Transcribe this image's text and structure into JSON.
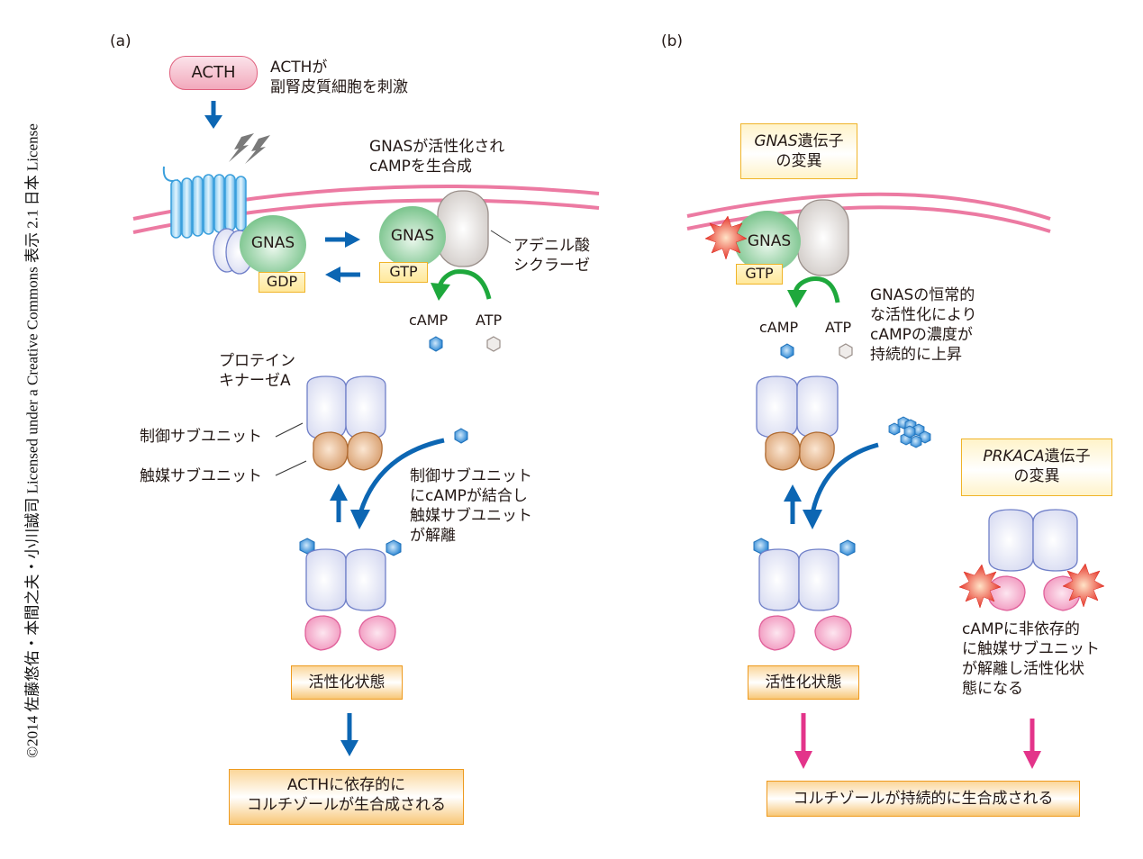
{
  "copyright": "©2014 佐藤悠佑・本間之夫・小川誠司 Licensed under a Creative Commons 表示 2.1 日本 License",
  "panel_a": {
    "label": "(a)",
    "acth_pill": "ACTH",
    "acth_desc": [
      "ACTHが",
      "副腎皮質細胞を刺激"
    ],
    "gnas_activation_desc": [
      "GNASが活性化され",
      "cAMPを生合成"
    ],
    "gnas_left": "GNAS",
    "gdp": "GDP",
    "gnas_right": "GNAS",
    "gtp": "GTP",
    "adenylate_cyclase": [
      "アデニル酸",
      "シクラーゼ"
    ],
    "camp": "cAMP",
    "atp": "ATP",
    "pka_label": [
      "プロテイン",
      "キナーゼA"
    ],
    "regulatory_subunit": "制御サブユニット",
    "catalytic_subunit": "触媒サブユニット",
    "binding_desc": [
      "制御サブユニット",
      "にcAMPが結合し",
      "触媒サブユニット",
      "が解離"
    ],
    "active_state": "活性化状態",
    "result": [
      "ACTHに依存的に",
      "コルチゾールが生合成される"
    ]
  },
  "panel_b": {
    "label": "(b)",
    "gnas_mutation": {
      "gene": "GNAS",
      "suffix": "遺伝子",
      "line2": "の変異"
    },
    "gnas": "GNAS",
    "gtp": "GTP",
    "camp": "cAMP",
    "atp": "ATP",
    "gnas_constitutive_desc": [
      "GNASの恒常的",
      "な活性化により",
      "cAMPの濃度が",
      "持続的に上昇"
    ],
    "prkaca_mutation": {
      "gene": "PRKACA",
      "suffix": "遺伝子",
      "line2": "の変異"
    },
    "prkaca_desc": [
      "cAMPに非依存的",
      "に触媒サブユニット",
      "が解離し活性化状",
      "態になる"
    ],
    "active_state": "活性化状態",
    "result": "コルチゾールが持続的に生合成される"
  },
  "colors": {
    "membrane": "#ec7aa2",
    "blue_arrow": "#0c66b3",
    "green_arrow": "#1ea83c",
    "pink_arrow": "#e3348a",
    "receptor": "#4aa9e0",
    "gnas_green": "#7cc68e",
    "cyclase_gray": "#d6d1ce",
    "regulatory_lavender": "#dfe2f5",
    "catalytic_brown": "#d9a57a",
    "catalytic_pink": "#f29ac0",
    "camp_blue": "#2f8ed8",
    "mutation_star": "#e8281e"
  }
}
